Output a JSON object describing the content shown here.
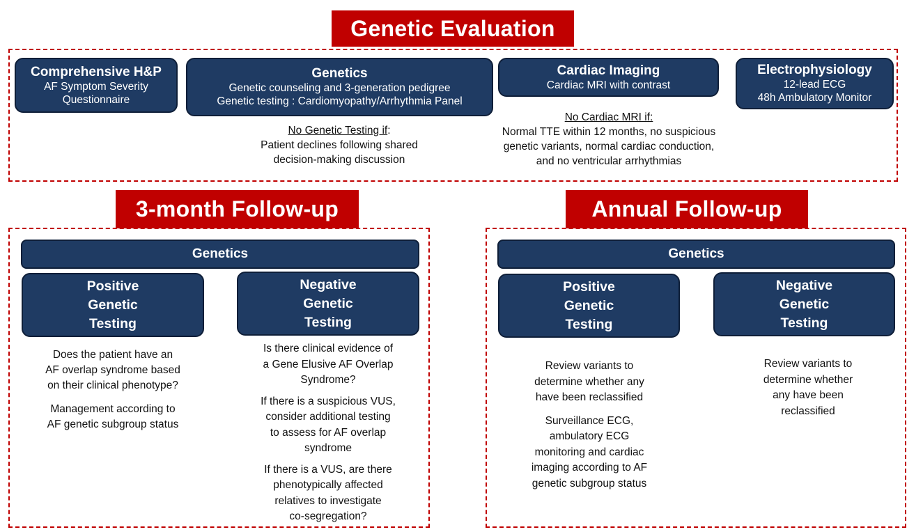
{
  "genetic_evaluation": {
    "banner": "Genetic Evaluation",
    "hp": {
      "title": "Comprehensive H&P",
      "lines": [
        "AF Symptom Severity",
        "Questionnaire"
      ]
    },
    "genetics": {
      "title": "Genetics",
      "lines": [
        "Genetic counseling and 3-generation pedigree",
        "Genetic testing : Cardiomyopathy/Arrhythmia Panel"
      ]
    },
    "imaging": {
      "title": "Cardiac Imaging",
      "lines": [
        "Cardiac MRI with contrast"
      ]
    },
    "ep": {
      "title": "Electrophysiology",
      "lines": [
        "12-lead ECG",
        "48h Ambulatory Monitor"
      ]
    },
    "no_testing": {
      "heading": "No Genetic Testing if",
      "heading_suffix": ":",
      "lines": [
        "Patient declines following shared",
        "decision-making discussion"
      ]
    },
    "no_mri": {
      "heading": "No Cardiac MRI if:",
      "lines": [
        "Normal TTE within 12 months, no suspicious",
        "genetic variants, normal cardiac conduction,",
        "and no ventricular arrhythmias"
      ]
    }
  },
  "three_month": {
    "banner": "3-month Follow-up",
    "genetics_bar": "Genetics",
    "positive": {
      "lines": [
        "Positive",
        "Genetic",
        "Testing"
      ]
    },
    "negative": {
      "lines": [
        "Negative",
        "Genetic",
        "Testing"
      ]
    },
    "positive_text": [
      [
        "Does the patient have an",
        "AF overlap syndrome based",
        "on their clinical phenotype?"
      ],
      [
        "Management according to",
        "AF genetic subgroup status"
      ]
    ],
    "negative_text": [
      [
        "Is there clinical evidence of",
        "a Gene Elusive AF Overlap",
        "Syndrome?"
      ],
      [
        "If there is a suspicious VUS,",
        "consider additional testing",
        "to assess for AF overlap",
        "syndrome"
      ],
      [
        "If there is a VUS, are there",
        "phenotypically affected",
        "relatives to investigate",
        "co-segregation?"
      ]
    ]
  },
  "annual": {
    "banner": "Annual Follow-up",
    "genetics_bar": "Genetics",
    "positive": {
      "lines": [
        "Positive",
        "Genetic",
        "Testing"
      ]
    },
    "negative": {
      "lines": [
        "Negative",
        "Genetic",
        "Testing"
      ]
    },
    "positive_text": [
      [
        "Review variants to",
        "determine whether any",
        "have been reclassified"
      ],
      [
        "Surveillance ECG,",
        "ambulatory ECG",
        "monitoring and  cardiac",
        "imaging according to AF",
        "genetic subgroup status"
      ]
    ],
    "negative_text": [
      [
        "Review variants to",
        "determine whether",
        "any have been",
        "reclassified"
      ]
    ]
  }
}
